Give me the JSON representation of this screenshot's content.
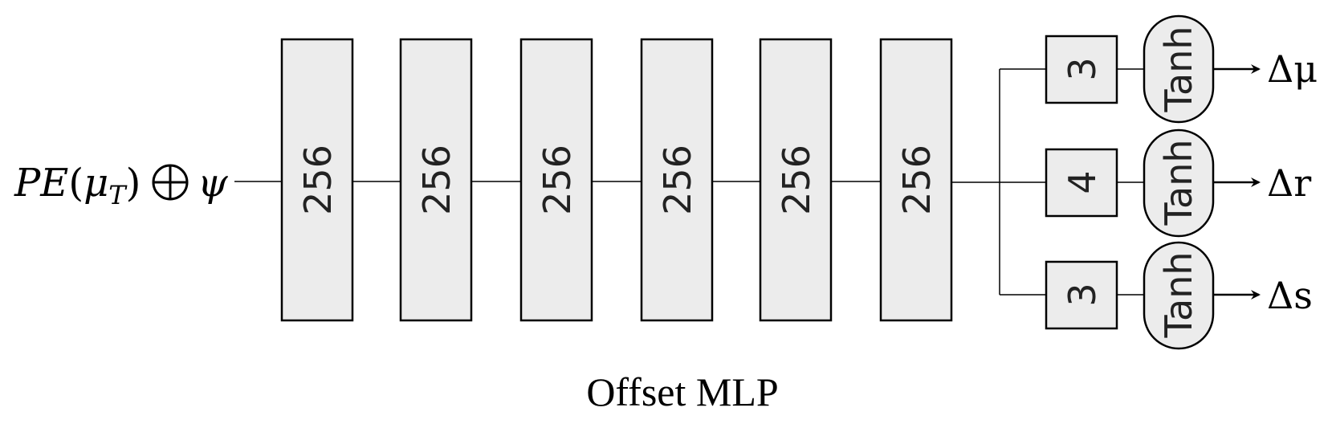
{
  "diagram": {
    "title": "Offset MLP",
    "input": {
      "label_pe": "PE",
      "label_open": "(",
      "label_mu": "μ",
      "label_sub": "T",
      "label_close": ")",
      "concat_symbol": "⊕",
      "label_psi": "ψ"
    },
    "hidden_layers": [
      {
        "units": "256"
      },
      {
        "units": "256"
      },
      {
        "units": "256"
      },
      {
        "units": "256"
      },
      {
        "units": "256"
      },
      {
        "units": "256"
      }
    ],
    "heads": [
      {
        "units": "3",
        "activation": "Tanh",
        "output": "Δμ"
      },
      {
        "units": "4",
        "activation": "Tanh",
        "output": "Δr"
      },
      {
        "units": "3",
        "activation": "Tanh",
        "output": "Δs"
      }
    ],
    "colors": {
      "box_fill": "#ececec",
      "stroke": "#000000"
    }
  }
}
